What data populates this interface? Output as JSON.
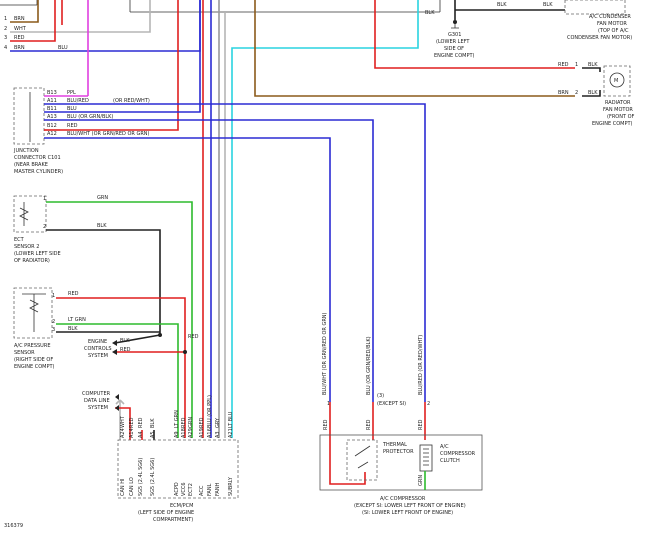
{
  "colors": {
    "brown": "#8b5a1a",
    "white": "#b5b5b5",
    "red": "#e01f1f",
    "blue": "#2b2bd4",
    "purple": "#e040e0",
    "green": "#2dbb2d",
    "cyan": "#2ad4e0",
    "black": "#222222",
    "magenta": "#e040e0",
    "gray": "#9a9a9a"
  },
  "top_left": {
    "rows": [
      {
        "pin": "1",
        "color": "BRN"
      },
      {
        "pin": "2",
        "color": "WHT"
      },
      {
        "pin": "3",
        "color": "RED"
      },
      {
        "pin": "4",
        "color": "BRN"
      }
    ],
    "blu": "BLU"
  },
  "ground": {
    "wire": "BLK",
    "wire2": "BLK",
    "wire3": "BLK",
    "label": "G301",
    "desc1": "(LOWER LEFT",
    "desc2": "SIDE OF",
    "desc3": "ENGINE COMPT)"
  },
  "condenser_fan": {
    "line1": "A/C CONDENSER",
    "line2": "FAN MOTOR",
    "line3": "(TOP OF A/C",
    "line4": "CONDENSER FAN MOTOR)"
  },
  "radiator_fan": {
    "red": "RED",
    "pin_red": "1",
    "blk": "BLK",
    "brn": "BRN",
    "pin_brn": "2",
    "blk2": "BLK",
    "m": "M",
    "line1": "RADIATOR",
    "line2": "FAN MOTOR",
    "line3": "(FRONT OF",
    "line4": "ENGINE COMPT)"
  },
  "junction": {
    "pins": [
      {
        "pin": "B13",
        "color": "PPL"
      },
      {
        "pin": "A11",
        "color": "BLU/RED",
        "alt": "(OR RED/WHT)"
      },
      {
        "pin": "B11",
        "color": "BLU"
      },
      {
        "pin": "A13",
        "color": "BLU (OR GRN/BLK)"
      },
      {
        "pin": "B12",
        "color": "RED"
      },
      {
        "pin": "A12",
        "color": "BLU/WHT (OR GRN/RED OR GRN)"
      }
    ],
    "line1": "JUNCTION",
    "line2": "CONNECTOR C101",
    "line3": "(NEAR BRAKE",
    "line4": "MASTER CYLINDER)"
  },
  "ect": {
    "pin1": "1",
    "pin2": "2",
    "grn": "GRN",
    "blk": "BLK",
    "line1": "ECT",
    "line2": "SENSOR 2",
    "line3": "(LOWER LEFT SIDE",
    "line4": "OF RADIATOR)"
  },
  "pressure": {
    "pin1": "1",
    "pin2": "2",
    "pin3": "3",
    "red": "RED",
    "ltgrn": "LT GRN",
    "blk": "BLK",
    "line1": "A/C PRESSURE",
    "line2": "SENSOR",
    "line3": "(RIGHT SIDE OF",
    "line4": "ENGINE COMPT)"
  },
  "engine_controls": {
    "line1": "ENGINE",
    "line2": "CONTROLS",
    "line3": "SYSTEM",
    "blk": "BLK",
    "red": "RED",
    "red2": "RED"
  },
  "data_link": {
    "line1": "COMPUTER",
    "line2": "DATA LINE",
    "line3": "SYSTEM"
  },
  "ecm": {
    "pins": [
      {
        "pin": "A24",
        "color": "WHT",
        "sig": "CAN HI"
      },
      {
        "pin": "A14",
        "color": "RED",
        "sig": "CAN LO"
      },
      {
        "pin": "A4",
        "color": "RED",
        "sig": "SG5 (2.4L SG6)"
      },
      {
        "pin": "A5",
        "color": "BLK",
        "sig": "SG5 (2.4L SG6)"
      },
      {
        "pin": "A9",
        "color": "LT GRN",
        "sig": "ACPD"
      },
      {
        "pin": "A18",
        "color": "RED",
        "sig": "VCC6"
      },
      {
        "pin": "A29",
        "color": "GRN",
        "sig": "ECT2"
      },
      {
        "pin": "A19",
        "color": "RED",
        "sig": "ACC"
      },
      {
        "pin": "A16",
        "color": "BLU (OR PPL)",
        "sig": "FANL"
      },
      {
        "pin": "A3",
        "color": "GRY",
        "sig": "FANH"
      },
      {
        "pin": "A21",
        "color": "LT BLU",
        "sig": "SUBRLY"
      }
    ],
    "line1": "ECM/PCM",
    "line2": "(LEFT SIDE OF ENGINE",
    "line3": "COMPARTMENT)"
  },
  "vertical_labels": {
    "v1": "BLU/WHT (OR GRN/RED OR GRN)",
    "v2": "BLU (OR GRN/RED/BLK)",
    "v3": "BLU/RED (OR RED/WHT)"
  },
  "compressor": {
    "pin1": "1",
    "pin3": "(3)",
    "pin_except": "(EXCEPT SI)",
    "pin2": "2",
    "red1": "RED",
    "red2": "RED",
    "red3": "RED",
    "grn": "GRN",
    "thermal1": "THERMAL",
    "thermal2": "PROTECTOR",
    "clutch1": "A/C",
    "clutch2": "COMPRESSOR",
    "clutch3": "CLUTCH",
    "line1": "A/C COMPRESSOR",
    "line2": "(EXCEPT SI: LOWER LEFT FRONT OF ENGINE)",
    "line3": "(SI: LOWER LEFT FRONT OF ENGINE)"
  },
  "figure_id": "316379"
}
